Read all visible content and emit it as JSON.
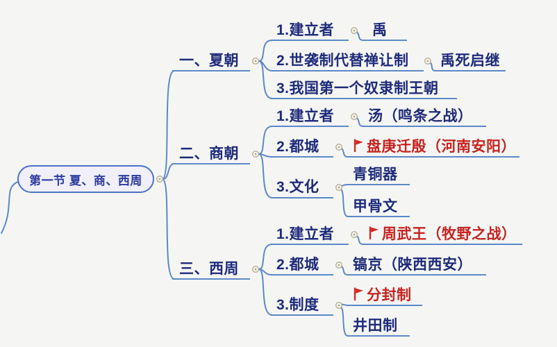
{
  "root": {
    "label": "第一节 夏、商、西周"
  },
  "branches": [
    {
      "label": "一、夏朝",
      "children": [
        {
          "label": "1.建立者",
          "leaves": [
            {
              "label": "禹",
              "flag": false
            }
          ]
        },
        {
          "label": "2.世袭制代替禅让制",
          "leaves": [
            {
              "label": "禹死启继",
              "flag": false
            }
          ]
        },
        {
          "label": "3.我国第一个奴隶制王朝",
          "leaves": []
        }
      ]
    },
    {
      "label": "二、商朝",
      "children": [
        {
          "label": "1.建立者",
          "leaves": [
            {
              "label": "汤（鸣条之战）",
              "flag": false
            }
          ]
        },
        {
          "label": "2.都城",
          "leaves": [
            {
              "label": "盘庚迁殷（河南安阳）",
              "flag": true
            }
          ]
        },
        {
          "label": "3.文化",
          "leaves": [
            {
              "label": "青铜器",
              "flag": false
            },
            {
              "label": "甲骨文",
              "flag": false
            }
          ]
        }
      ]
    },
    {
      "label": "三、西周",
      "children": [
        {
          "label": "1.建立者",
          "leaves": [
            {
              "label": "周武王（牧野之战）",
              "flag": true
            }
          ]
        },
        {
          "label": "2.都城",
          "leaves": [
            {
              "label": "镐京（陕西西安）",
              "flag": false
            }
          ]
        },
        {
          "label": "3.制度",
          "leaves": [
            {
              "label": "分封制",
              "flag": true
            },
            {
              "label": "井田制",
              "flag": false
            }
          ]
        }
      ]
    }
  ],
  "colors": {
    "background": "#f5f6f4",
    "line": "#5c88c8",
    "text": "#1e2a7a",
    "highlight_red": "#c5221f",
    "root_border": "#4a72c4",
    "connector_dot": "#b4ab92"
  }
}
